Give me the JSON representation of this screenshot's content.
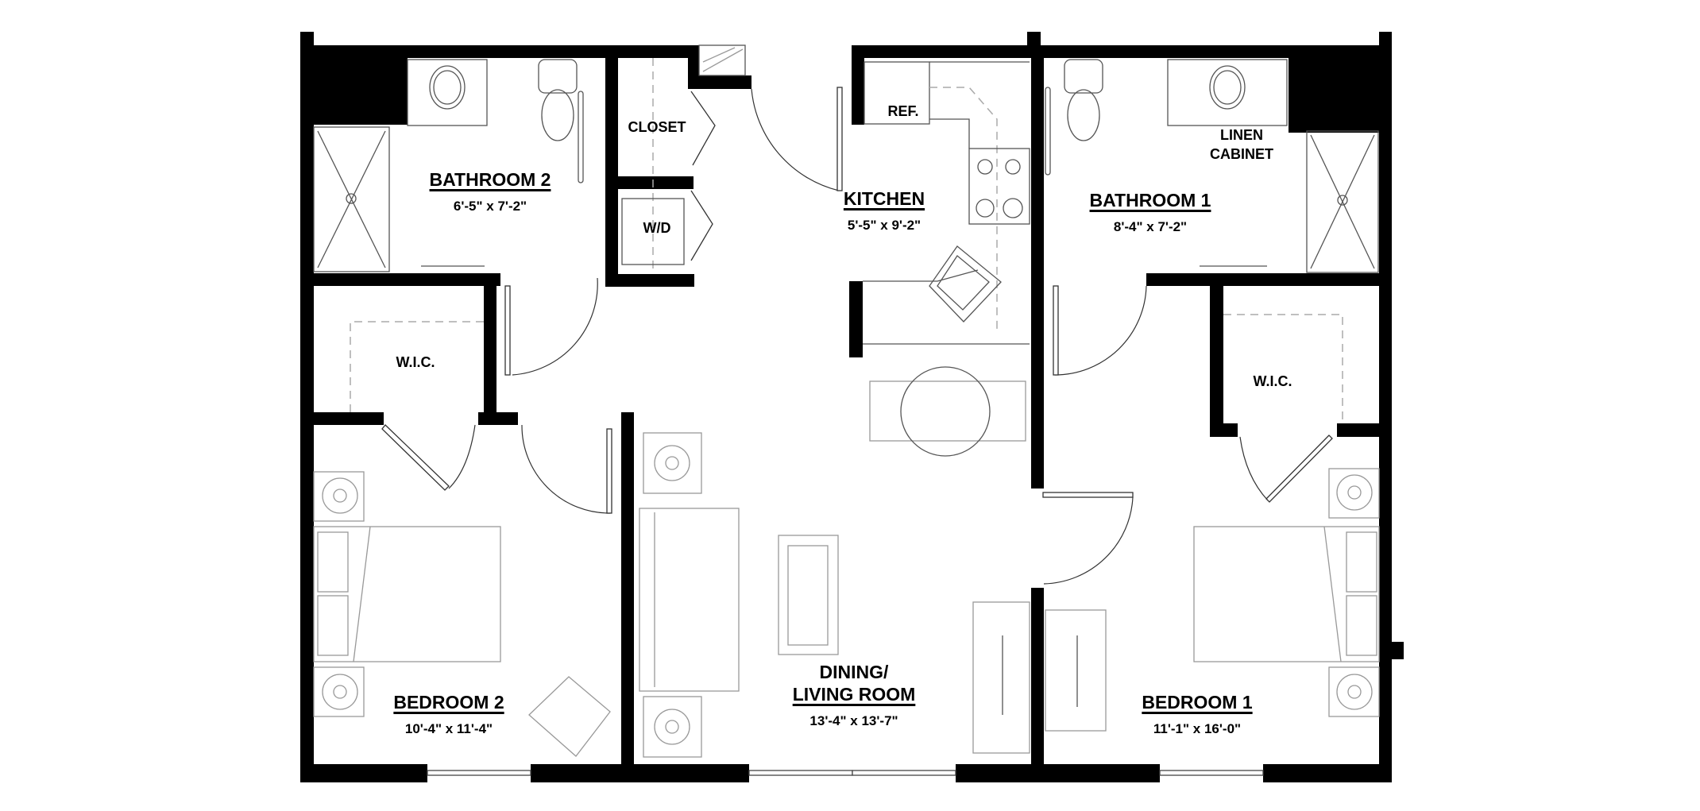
{
  "plan": {
    "type": "two-bedroom apartment floor plan",
    "colors": {
      "walls": "#000000",
      "fixtures": "#555555",
      "background": "#ffffff"
    }
  },
  "rooms": {
    "bathroom2": {
      "name": "BATHROOM 2",
      "dims": "6'-5\" x 7'-2\""
    },
    "closet": {
      "name": "CLOSET"
    },
    "wd": {
      "name": "W/D"
    },
    "kitchen": {
      "name": "KITCHEN",
      "dims": "5'-5\" x 9'-2\""
    },
    "ref": {
      "name": "REF."
    },
    "bathroom1": {
      "name": "BATHROOM 1",
      "dims": "8'-4\" x 7'-2\""
    },
    "linen": {
      "name_line1": "LINEN",
      "name_line2": "CABINET"
    },
    "wic2": {
      "name": "W.I.C."
    },
    "wic1": {
      "name": "W.I.C."
    },
    "bedroom2": {
      "name": "BEDROOM 2",
      "dims": "10'-4\" x 11'-4\""
    },
    "living": {
      "name_line1": "DINING/",
      "name_line2": "LIVING ROOM",
      "dims": "13'-4\" x 13'-7\""
    },
    "bedroom1": {
      "name": "BEDROOM 1",
      "dims": "11'-1\" x 16'-0\""
    }
  }
}
